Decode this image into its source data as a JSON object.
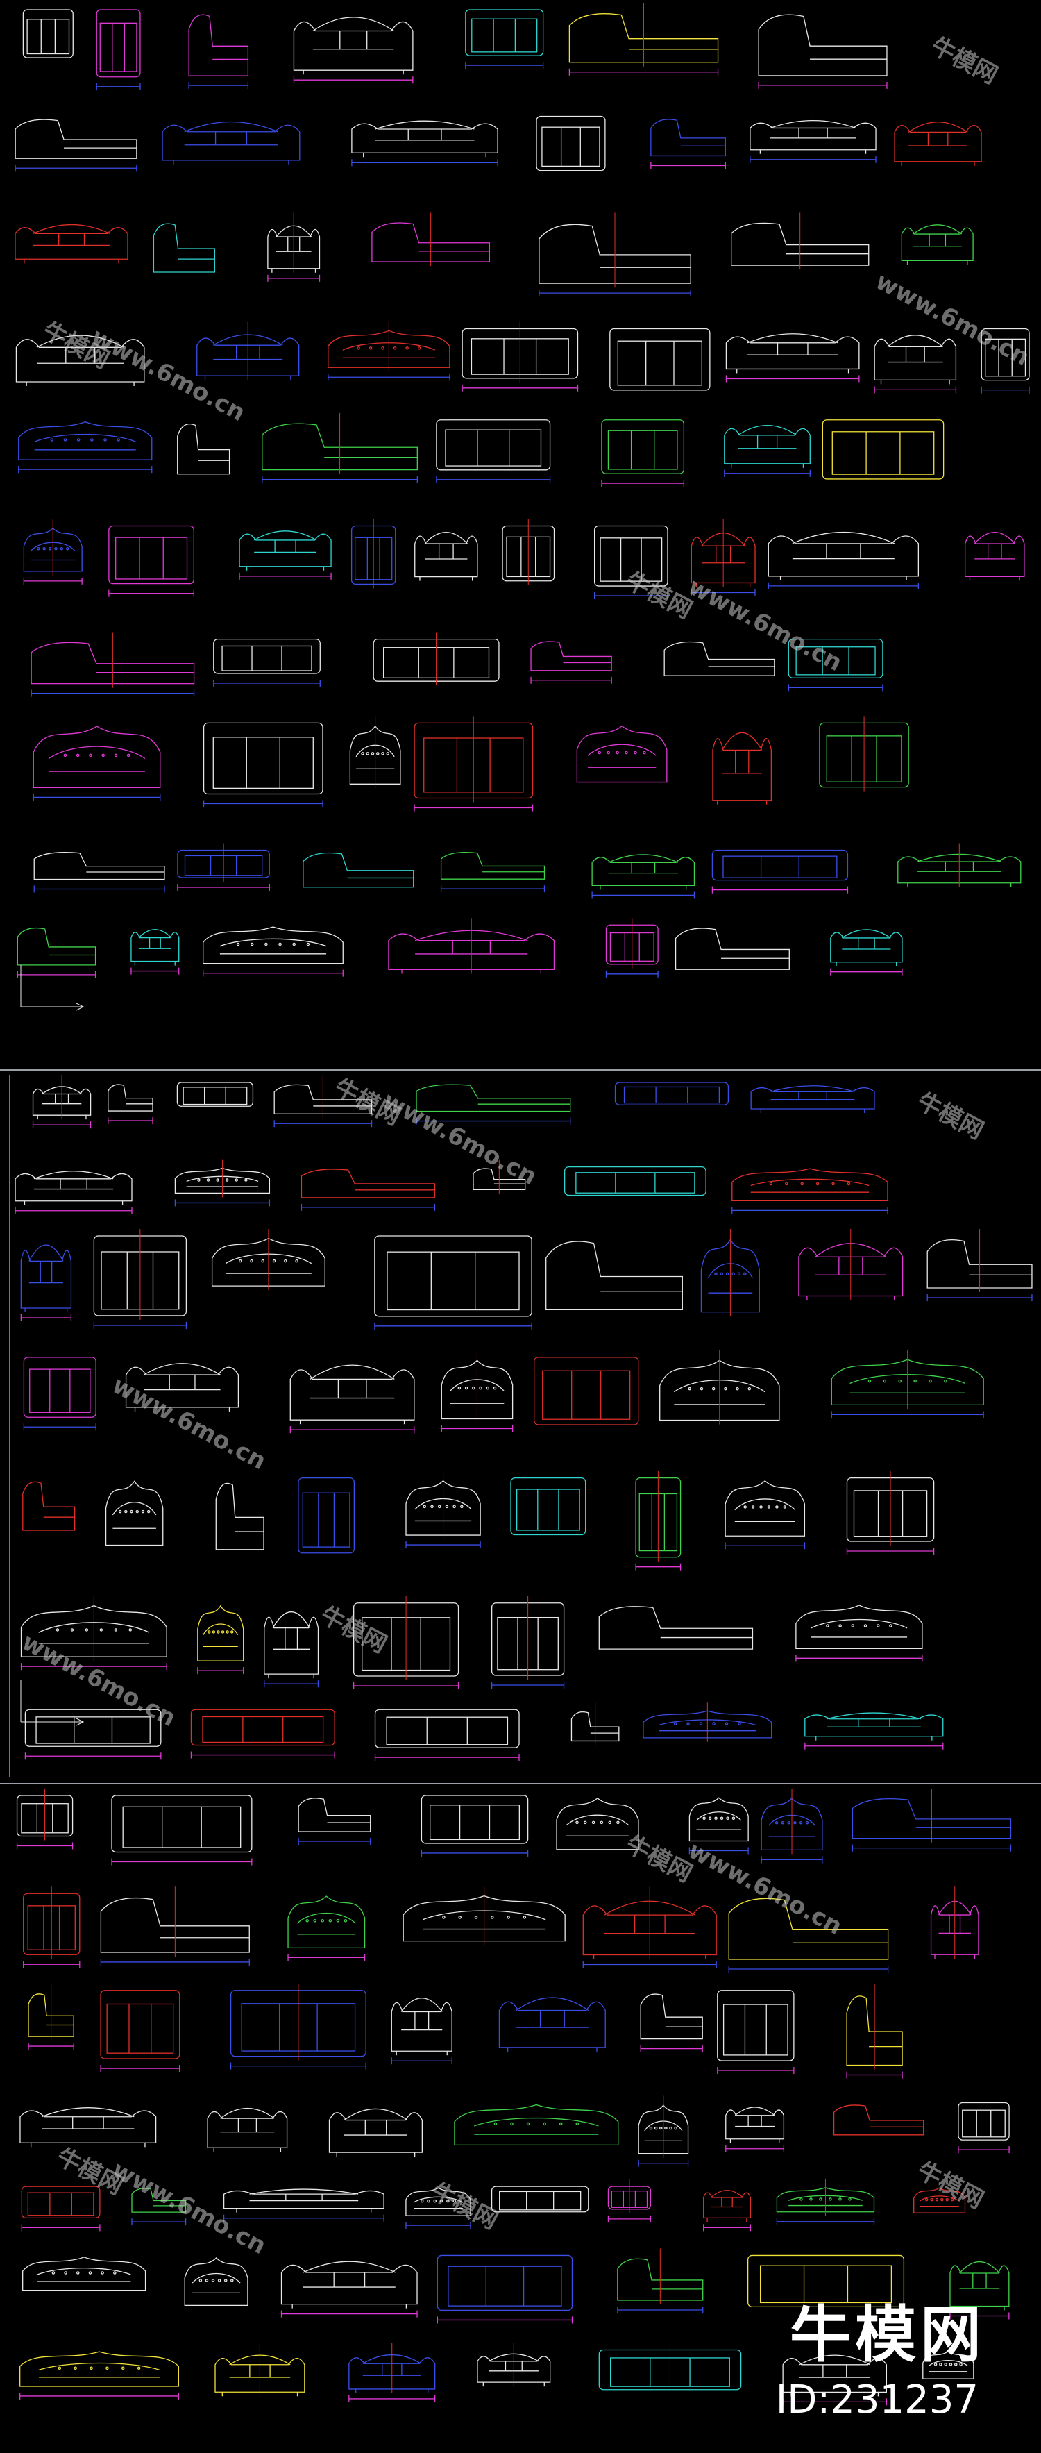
{
  "watermark": {
    "brand_cn": "牛模网",
    "site": "www.6mo.cn"
  },
  "footer": {
    "brand": "牛模网",
    "id_label": "ID:231237"
  },
  "colors": {
    "background": "#000000",
    "line_white": "#e8e8e8",
    "line_green": "#3fd24a",
    "line_yellow": "#f2e23a",
    "line_blue": "#3a4ee8",
    "line_magenta": "#e03ad6",
    "line_cyan": "#2fd6d0",
    "line_red": "#e0302a"
  }
}
